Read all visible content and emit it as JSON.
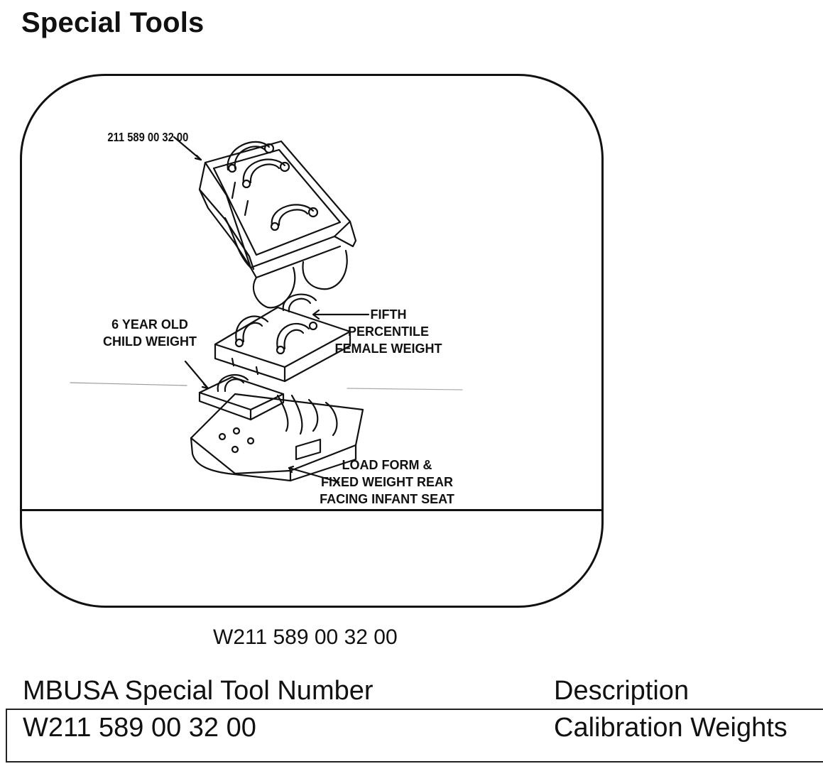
{
  "page": {
    "title": "Special Tools"
  },
  "figure": {
    "callouts": {
      "part_number": "211 589 00 32 00",
      "child_weight_line1": "6 YEAR OLD",
      "child_weight_line2": "CHILD WEIGHT",
      "female_weight_line1": "FIFTH",
      "female_weight_line2": "PERCENTILE",
      "female_weight_line3": "FEMALE WEIGHT",
      "load_form_line1": "LOAD FORM &",
      "load_form_line2": "FIXED WEIGHT REAR",
      "load_form_line3": "FACING INFANT SEAT"
    },
    "caption": "W211 589 00 32 00"
  },
  "table": {
    "headers": {
      "tool_number": "MBUSA Special Tool Number",
      "description": "Description"
    },
    "rows": [
      {
        "tool_number": "W211 589 00 32 00",
        "description": "Calibration Weights"
      }
    ]
  }
}
